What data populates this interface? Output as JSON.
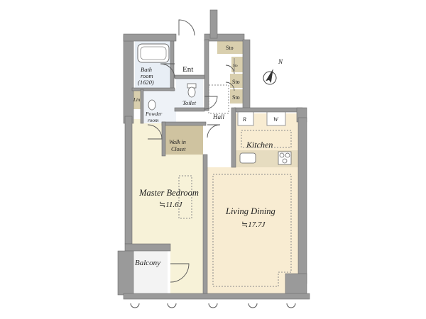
{
  "rooms": {
    "entrance": "Ent",
    "bathroom_line1": "Bath",
    "bathroom_line2": "room",
    "bathroom_size": "(1620)",
    "linen": "Lin",
    "powder_line1": "Powder",
    "powder_line2": "room",
    "toilet": "Toilet",
    "hall": "Hall",
    "storage_top": "Sto",
    "storage_mid": "Sto",
    "storage_low": "Sto",
    "storage_small": "Sto",
    "refrigerator": "R",
    "washer": "W",
    "kitchen": "Kitchen",
    "walkin_line1": "Walk in",
    "walkin_line2": "Closet",
    "master_bedroom": "Master Bedroom",
    "master_bedroom_area": "≒11.6J",
    "living_dining": "Living Dining",
    "living_dining_area": "≒17.7J",
    "balcony": "Balcony"
  },
  "compass": {
    "north_label": "N"
  },
  "colors": {
    "wall": "#9a9a9a",
    "wall_dark": "#6e6e6e",
    "floor_wood": "#f8ecd2",
    "floor_bedroom": "#f7f2d8",
    "floor_wet": "#e8eef5",
    "floor_hall": "#ffffff",
    "closet": "#cfc3a0",
    "storage": "#d9cfae",
    "kitchen_counter": "#e6dcc0"
  }
}
